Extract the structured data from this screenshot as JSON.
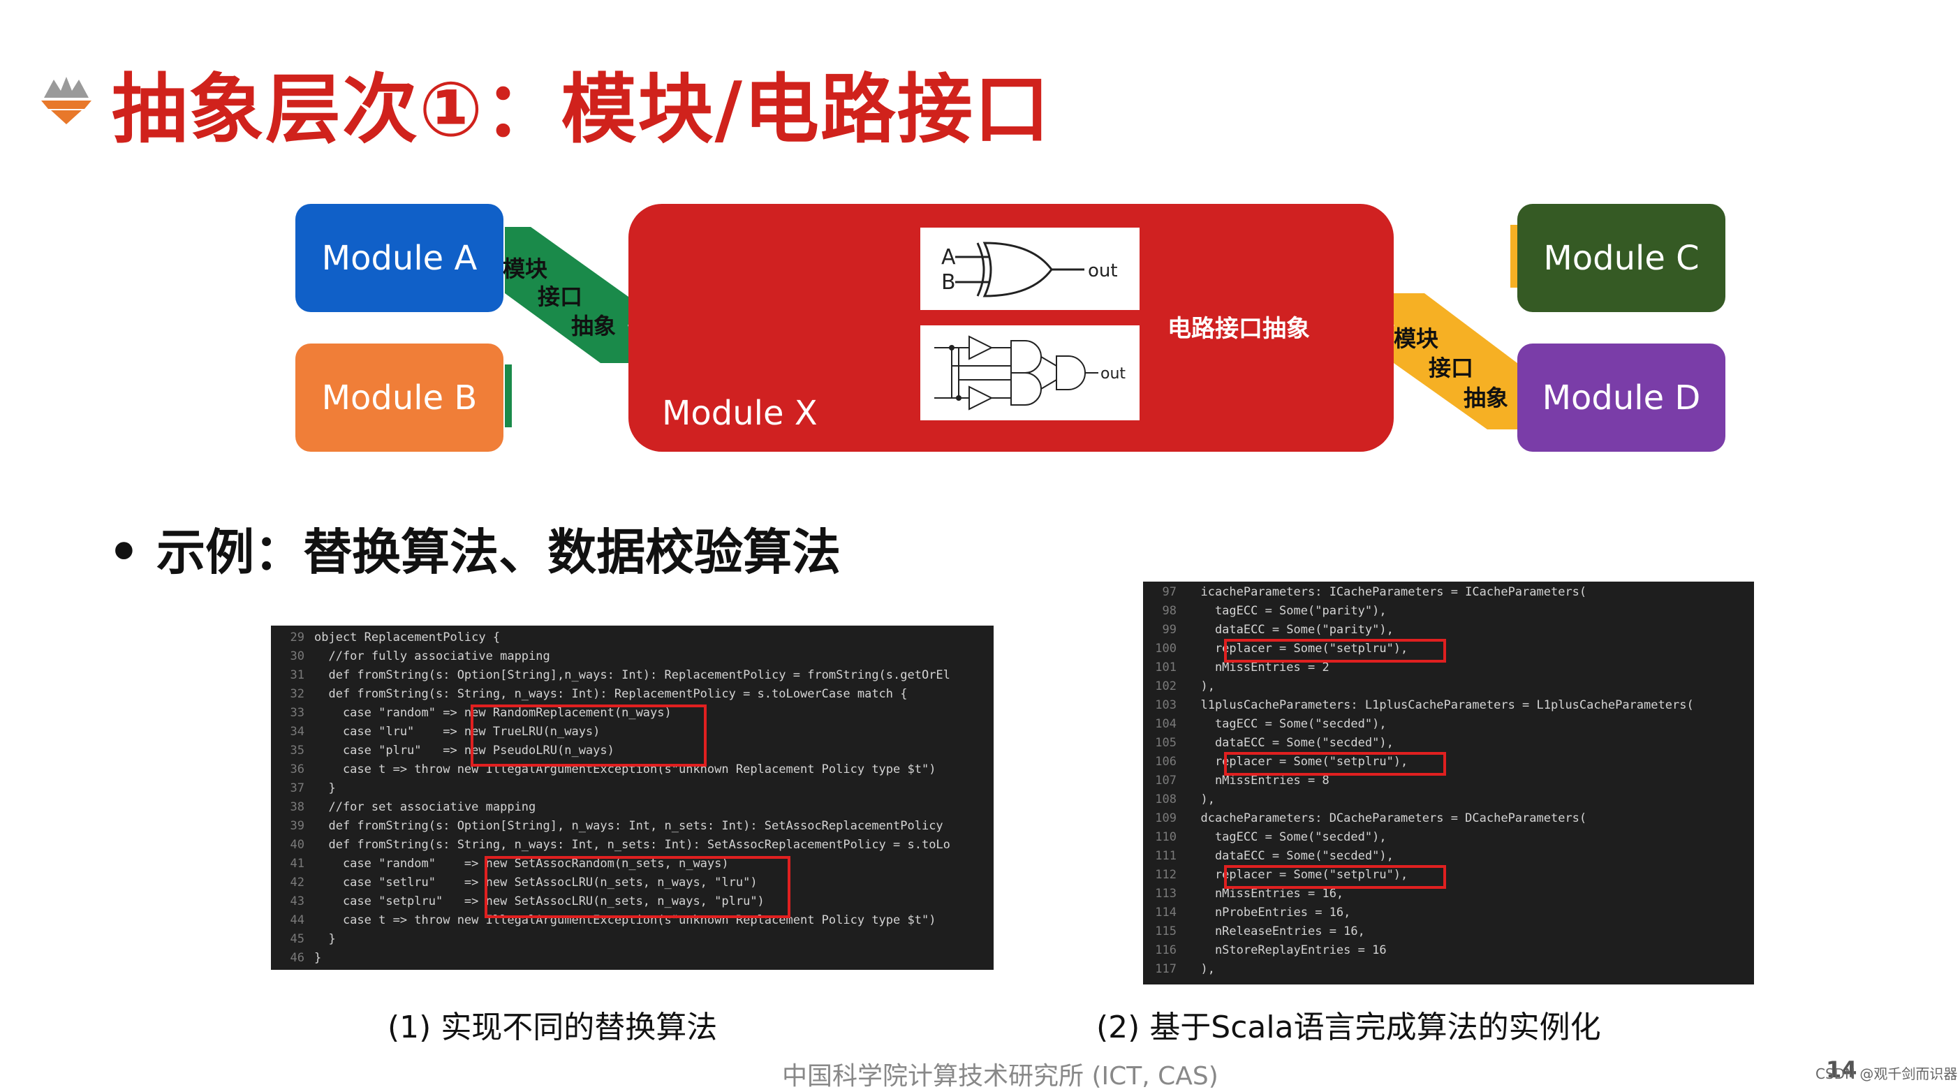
{
  "title": "抽象层次①：模块/电路接口",
  "diagram": {
    "module_a": "Module A",
    "module_b": "Module B",
    "module_c": "Module C",
    "module_d": "Module D",
    "module_x": "Module X",
    "left_band_label": [
      "模块",
      "接口",
      "抽象"
    ],
    "right_band_label": [
      "模块",
      "接口",
      "抽象"
    ],
    "circuit_label": "电路接口抽象",
    "gate1": {
      "input_a": "A",
      "input_b": "B",
      "output": "out"
    },
    "gate2": {
      "output": "out"
    },
    "colors": {
      "module_a": "#1060c8",
      "module_b": "#f07e38",
      "module_c": "#355a24",
      "module_d": "#7a3da8",
      "module_x": "#d02121",
      "left_band": "#1a8a4a",
      "right_band": "#f6b024",
      "title": "#d0221c"
    }
  },
  "bullet": "• 示例：替换算法、数据校验算法",
  "code_left": {
    "lines": [
      {
        "n": "29",
        "t": "object ReplacementPolicy {"
      },
      {
        "n": "30",
        "t": "  //for fully associative mapping"
      },
      {
        "n": "31",
        "t": "  def fromString(s: Option[String],n_ways: Int): ReplacementPolicy = fromString(s.getOrEl"
      },
      {
        "n": "32",
        "t": "  def fromString(s: String, n_ways: Int): ReplacementPolicy = s.toLowerCase match {"
      },
      {
        "n": "33",
        "t": "    case \"random\" => new RandomReplacement(n_ways)"
      },
      {
        "n": "34",
        "t": "    case \"lru\"    => new TrueLRU(n_ways)"
      },
      {
        "n": "35",
        "t": "    case \"plru\"   => new PseudoLRU(n_ways)"
      },
      {
        "n": "36",
        "t": "    case t => throw new IllegalArgumentException(s\"unknown Replacement Policy type $t\")"
      },
      {
        "n": "37",
        "t": "  }"
      },
      {
        "n": "38",
        "t": "  //for set associative mapping"
      },
      {
        "n": "39",
        "t": "  def fromString(s: Option[String], n_ways: Int, n_sets: Int): SetAssocReplacementPolicy "
      },
      {
        "n": "40",
        "t": "  def fromString(s: String, n_ways: Int, n_sets: Int): SetAssocReplacementPolicy = s.toLo"
      },
      {
        "n": "41",
        "t": "    case \"random\"    => new SetAssocRandom(n_sets, n_ways)"
      },
      {
        "n": "42",
        "t": "    case \"setlru\"    => new SetAssocLRU(n_sets, n_ways, \"lru\")"
      },
      {
        "n": "43",
        "t": "    case \"setplru\"   => new SetAssocLRU(n_sets, n_ways, \"plru\")"
      },
      {
        "n": "44",
        "t": "    case t => throw new IllegalArgumentException(s\"unknown Replacement Policy type $t\")"
      },
      {
        "n": "45",
        "t": "  }"
      },
      {
        "n": "46",
        "t": "}"
      }
    ]
  },
  "code_right": {
    "lines": [
      {
        "n": "97",
        "t": "  icacheParameters: ICacheParameters = ICacheParameters("
      },
      {
        "n": "98",
        "t": "    tagECC = Some(\"parity\"),"
      },
      {
        "n": "99",
        "t": "    dataECC = Some(\"parity\"),"
      },
      {
        "n": "100",
        "t": "    replacer = Some(\"setplru\"),"
      },
      {
        "n": "101",
        "t": "    nMissEntries = 2"
      },
      {
        "n": "102",
        "t": "  ),"
      },
      {
        "n": "103",
        "t": "  l1plusCacheParameters: L1plusCacheParameters = L1plusCacheParameters("
      },
      {
        "n": "104",
        "t": "    tagECC = Some(\"secded\"),"
      },
      {
        "n": "105",
        "t": "    dataECC = Some(\"secded\"),"
      },
      {
        "n": "106",
        "t": "    replacer = Some(\"setplru\"),"
      },
      {
        "n": "107",
        "t": "    nMissEntries = 8"
      },
      {
        "n": "108",
        "t": "  ),"
      },
      {
        "n": "109",
        "t": "  dcacheParameters: DCacheParameters = DCacheParameters("
      },
      {
        "n": "110",
        "t": "    tagECC = Some(\"secded\"),"
      },
      {
        "n": "111",
        "t": "    dataECC = Some(\"secded\"),"
      },
      {
        "n": "112",
        "t": "    replacer = Some(\"setplru\"),"
      },
      {
        "n": "113",
        "t": "    nMissEntries = 16,"
      },
      {
        "n": "114",
        "t": "    nProbeEntries = 16,"
      },
      {
        "n": "115",
        "t": "    nReleaseEntries = 16,"
      },
      {
        "n": "116",
        "t": "    nStoreReplayEntries = 16"
      },
      {
        "n": "117",
        "t": "  ),"
      }
    ]
  },
  "caption_left": "(1) 实现不同的替换算法",
  "caption_right": "(2) 基于Scala语言完成算法的实例化",
  "footer": "中国科学院计算技术研究所 (ICT, CAS)",
  "page_number": "14",
  "watermark": "CSDN @观千剑而识器"
}
